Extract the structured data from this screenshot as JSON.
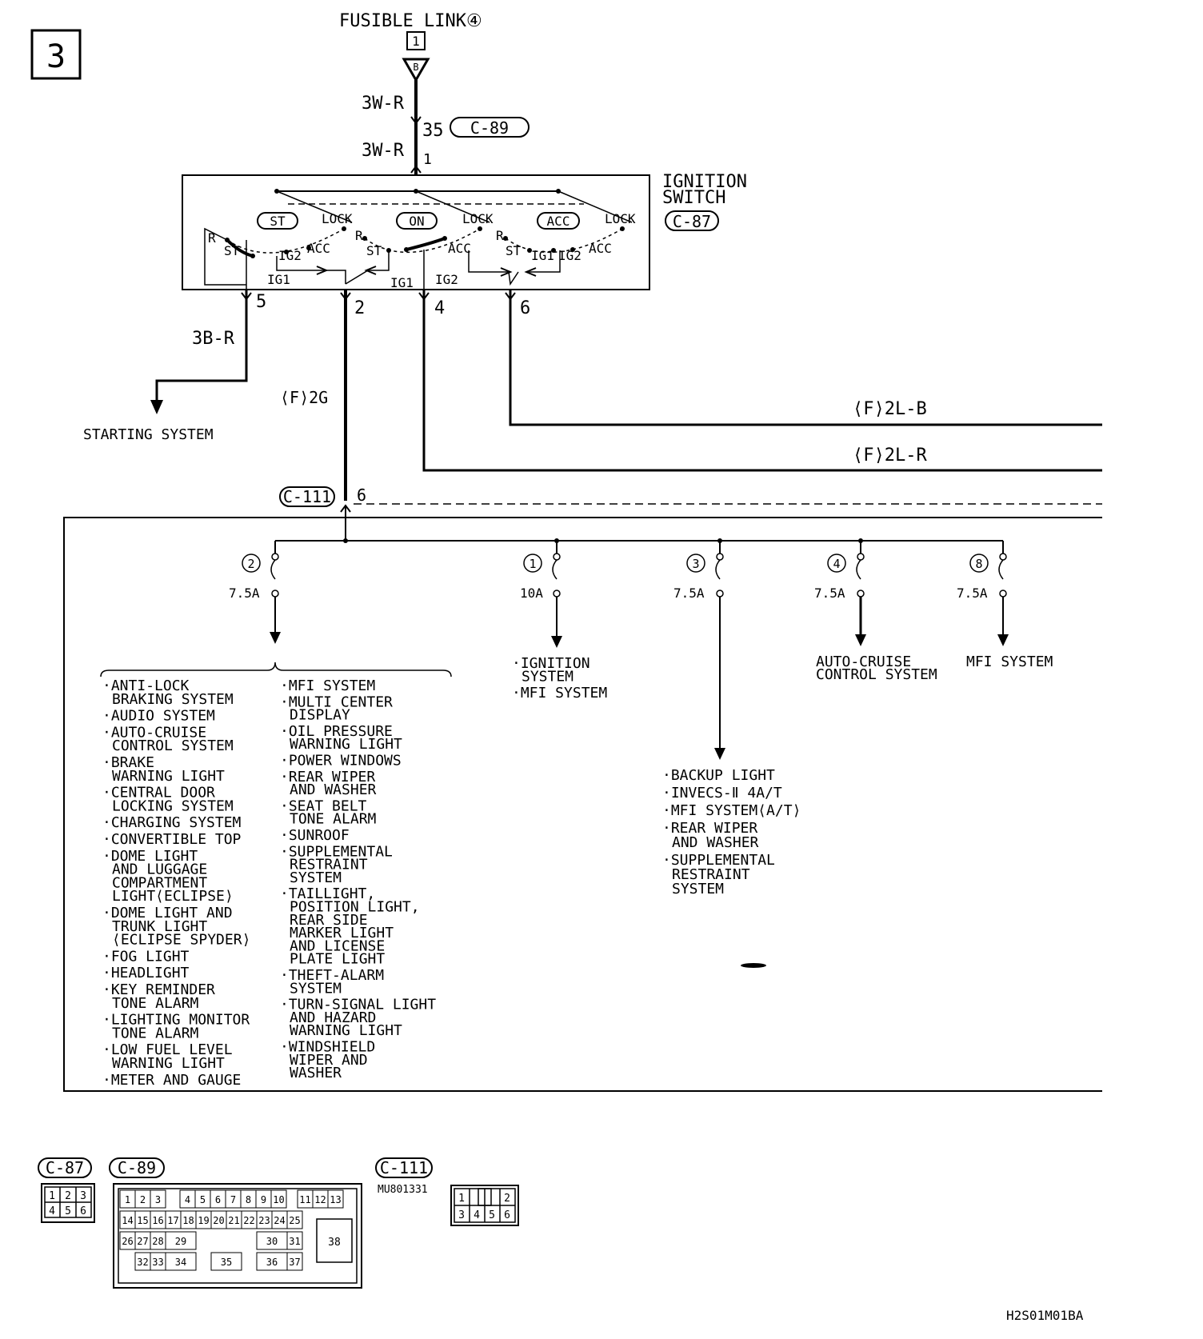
{
  "page_number": "3",
  "fusible_link": "FUSIBLE LINK④",
  "fusible_link_pin": "1",
  "fusible_link_term": "B",
  "wires": {
    "top_a": "3W-R",
    "top_b": "3W-R",
    "start": "3B-R",
    "f2g": "⟨F⟩2G",
    "f2lb": "⟨F⟩2L-B",
    "f2lr": "⟨F⟩2L-R"
  },
  "connectors": {
    "c89": "C-89",
    "c87": "C-87",
    "c111": "C-111"
  },
  "pins": {
    "c89_35": "35",
    "sw_1": "1",
    "sw_5": "5",
    "sw_2": "2",
    "sw_4": "4",
    "sw_6": "6",
    "c111_6": "6"
  },
  "ignition_switch": {
    "title_line1": "IGNITION",
    "title_line2": "SWITCH",
    "modes": [
      "ST",
      "ON",
      "ACC"
    ],
    "lock": "LOCK",
    "r": "R",
    "st": "ST",
    "acc": "ACC",
    "ig1": "IG1",
    "ig2": "IG2"
  },
  "starting_system": "STARTING SYSTEM",
  "fuses": [
    {
      "number": "2",
      "rating": "7.5A"
    },
    {
      "number": "1",
      "rating": "10A"
    },
    {
      "number": "3",
      "rating": "7.5A"
    },
    {
      "number": "4",
      "rating": "7.5A"
    },
    {
      "number": "8",
      "rating": "7.5A"
    }
  ],
  "fuse2_col1": [
    "·ANTI-LOCK",
    "BRAKING SYSTEM",
    "·AUDIO SYSTEM",
    "·AUTO-CRUISE",
    "CONTROL SYSTEM",
    "·BRAKE",
    "WARNING LIGHT",
    "·CENTRAL DOOR",
    "LOCKING SYSTEM",
    "·CHARGING SYSTEM",
    "·CONVERTIBLE TOP",
    "·DOME LIGHT",
    "AND LUGGAGE",
    "COMPARTMENT",
    "LIGHT⟨ECLIPSE⟩",
    "·DOME LIGHT AND",
    "TRUNK LIGHT",
    "⟨ECLIPSE SPYDER⟩",
    "·FOG LIGHT",
    "·HEADLIGHT",
    "·KEY REMINDER",
    "TONE ALARM",
    "·LIGHTING MONITOR",
    "TONE ALARM",
    "·LOW FUEL LEVEL",
    "WARNING LIGHT",
    "·METER AND GAUGE"
  ],
  "fuse2_col2": [
    "·MFI SYSTEM",
    "·MULTI CENTER",
    "DISPLAY",
    "·OIL PRESSURE",
    "WARNING LIGHT",
    "·POWER WINDOWS",
    "·REAR WIPER",
    "AND WASHER",
    "·SEAT BELT",
    "TONE ALARM",
    "·SUNROOF",
    "·SUPPLEMENTAL",
    "RESTRAINT",
    "SYSTEM",
    "·TAILLIGHT,",
    "POSITION LIGHT,",
    "REAR SIDE",
    "MARKER LIGHT",
    "AND LICENSE",
    "PLATE LIGHT",
    "·THEFT-ALARM",
    "SYSTEM",
    "·TURN-SIGNAL LIGHT",
    "AND HAZARD",
    "WARNING LIGHT",
    "·WINDSHIELD",
    "WIPER AND",
    "WASHER"
  ],
  "fuse1_list": [
    "·IGNITION",
    "SYSTEM",
    "·MFI SYSTEM"
  ],
  "fuse3_list": [
    "·BACKUP LIGHT",
    "·INVECS-Ⅱ 4A/T",
    "·MFI SYSTEM⟨A/T⟩",
    "·REAR WIPER",
    "AND WASHER",
    "·SUPPLEMENTAL",
    "RESTRAINT",
    "SYSTEM"
  ],
  "fuse4_list": [
    "AUTO-CRUISE",
    "CONTROL SYSTEM"
  ],
  "fuse8_list": [
    "MFI SYSTEM"
  ],
  "bottom": {
    "part_number": "MU801331",
    "c87_cells": [
      "1",
      "2",
      "3",
      "4",
      "5",
      "6"
    ],
    "c111_cells": [
      "1",
      "2",
      "3",
      "4",
      "5",
      "6"
    ],
    "c89_row1": [
      "1",
      "2",
      "3",
      "4",
      "5",
      "6",
      "7",
      "8",
      "9",
      "10",
      "11",
      "12",
      "13"
    ],
    "c89_row2": [
      "14",
      "15",
      "16",
      "17",
      "18",
      "19",
      "20",
      "21",
      "22",
      "23",
      "24",
      "25"
    ],
    "c89_row3": [
      "26",
      "27",
      "28",
      "29",
      "30",
      "31"
    ],
    "c89_row4": [
      "32",
      "33",
      "34",
      "35",
      "36",
      "37"
    ],
    "c89_big": "38",
    "diagram_code": "H2S01M01BA"
  }
}
